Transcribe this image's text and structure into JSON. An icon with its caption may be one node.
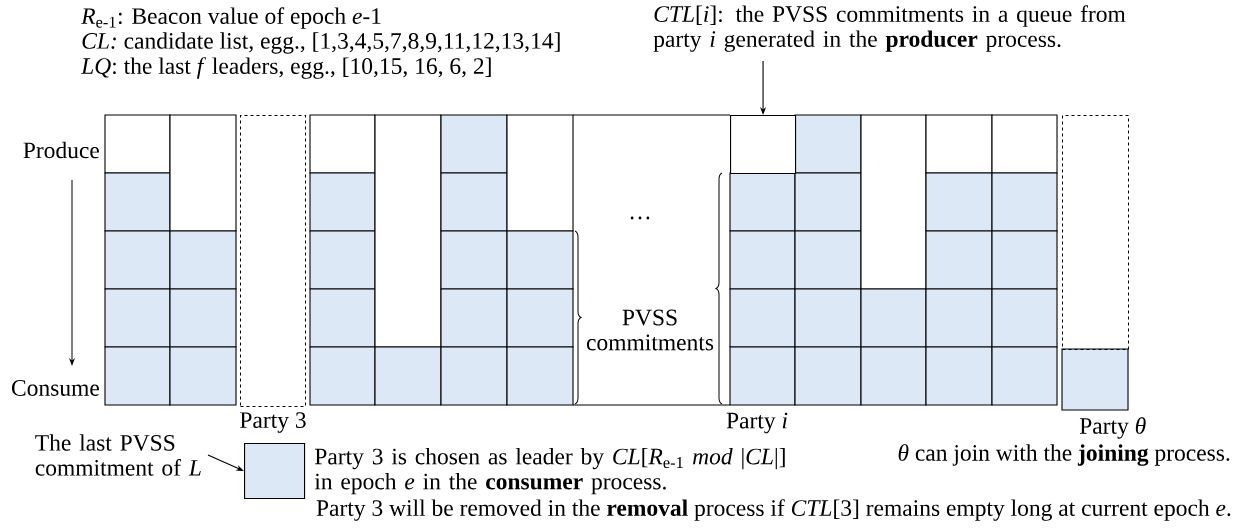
{
  "diagram": {
    "nodes": [
      {
        "text": [
          "*CTL*[*i*]: the PVSS commitments in a queue from party *i* generated in the **producer** process."
        ]
      },
      {
        "text": [],
        "shape": "box"
      },
      {
        "text": [
          "The last PVSS commitment of *L*"
        ]
      },
      {
        "text": [],
        "shape": "box",
        "beside": [
          "Party 3 is chosen as leader by *CL*[*R*$_{e-1}$ *mod* |*CL*|] in epoch *e* in the **consumer** process."
        ]
      },
      {
        "text": [],
        "shape": "box",
        "beside": [
          "Party 3"
        ]
      },
      {
        "text": [],
        "shape": "box",
        "beside": [
          "Party *θ*"
        ]
      }
    ],
    "edges": [
      {
        "from": 0,
        "to": 1,
        "arrow": "to"
      },
      {
        "from": 2,
        "to": 3,
        "arrow": "to"
      }
    ],
    "labels": [
      "*R*$_{e-1}$: Beacon value of epoch *e*-1",
      "*CL:* candidate list, egg., [1,3,4,5,7,8,9,11,12,13,14]",
      "*LQ*: the last *f* leaders, egg., [10,15, 16, 6, 2]",
      "Produce",
      "Consume",
      "…",
      "PVSS commitments",
      "Party *i*",
      "*θ* can join with the **joining** process.",
      "Party 3 will be removed in the **removal** process if *CTL*[3] remains empty long at current epoch *e*."
    ]
  }
}
